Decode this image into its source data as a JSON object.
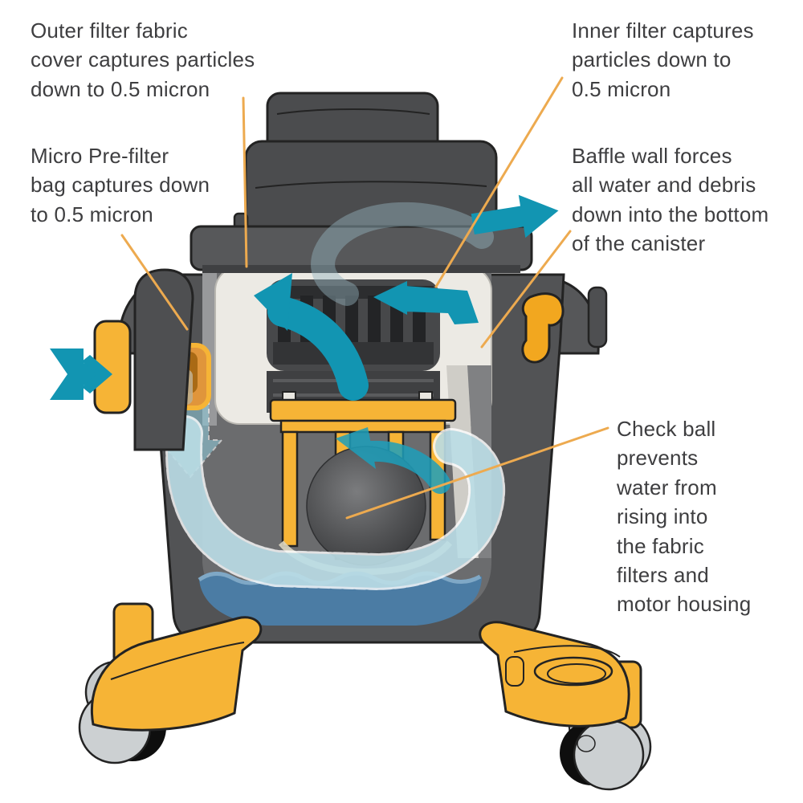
{
  "figure": {
    "labels": {
      "outer_filter": "Outer filter fabric\ncover captures particles\ndown to 0.5 micron",
      "inner_filter": "Inner filter captures\nparticles down to\n0.5 micron",
      "micro_prefilter": "Micro Pre-filter\nbag captures down\nto 0.5 micron",
      "baffle_wall": "Baffle wall forces\nall water and debris\ndown into the bottom\nof the canister",
      "check_ball": "Check ball\nprevents\nwater from\nrising into\nthe fabric\nfilters and\nmotor housing"
    },
    "colors": {
      "body_dark_gray": "#4b4c4e",
      "body_mid_gray": "#565759",
      "interior_gray": "#6b6c6e",
      "filter_cream": "#eceae4",
      "accent_yellow": "#f6b436",
      "duct_orange": "#a96a15",
      "airflow_teal": "#1295b2",
      "airflow_teal_translucent": "#8ec7d6",
      "water_blue": "#4b7ca4",
      "callout_line": "#edaa4f",
      "text_gray": "#3e3e40",
      "wheel_gray": "#c9cdcf"
    }
  }
}
